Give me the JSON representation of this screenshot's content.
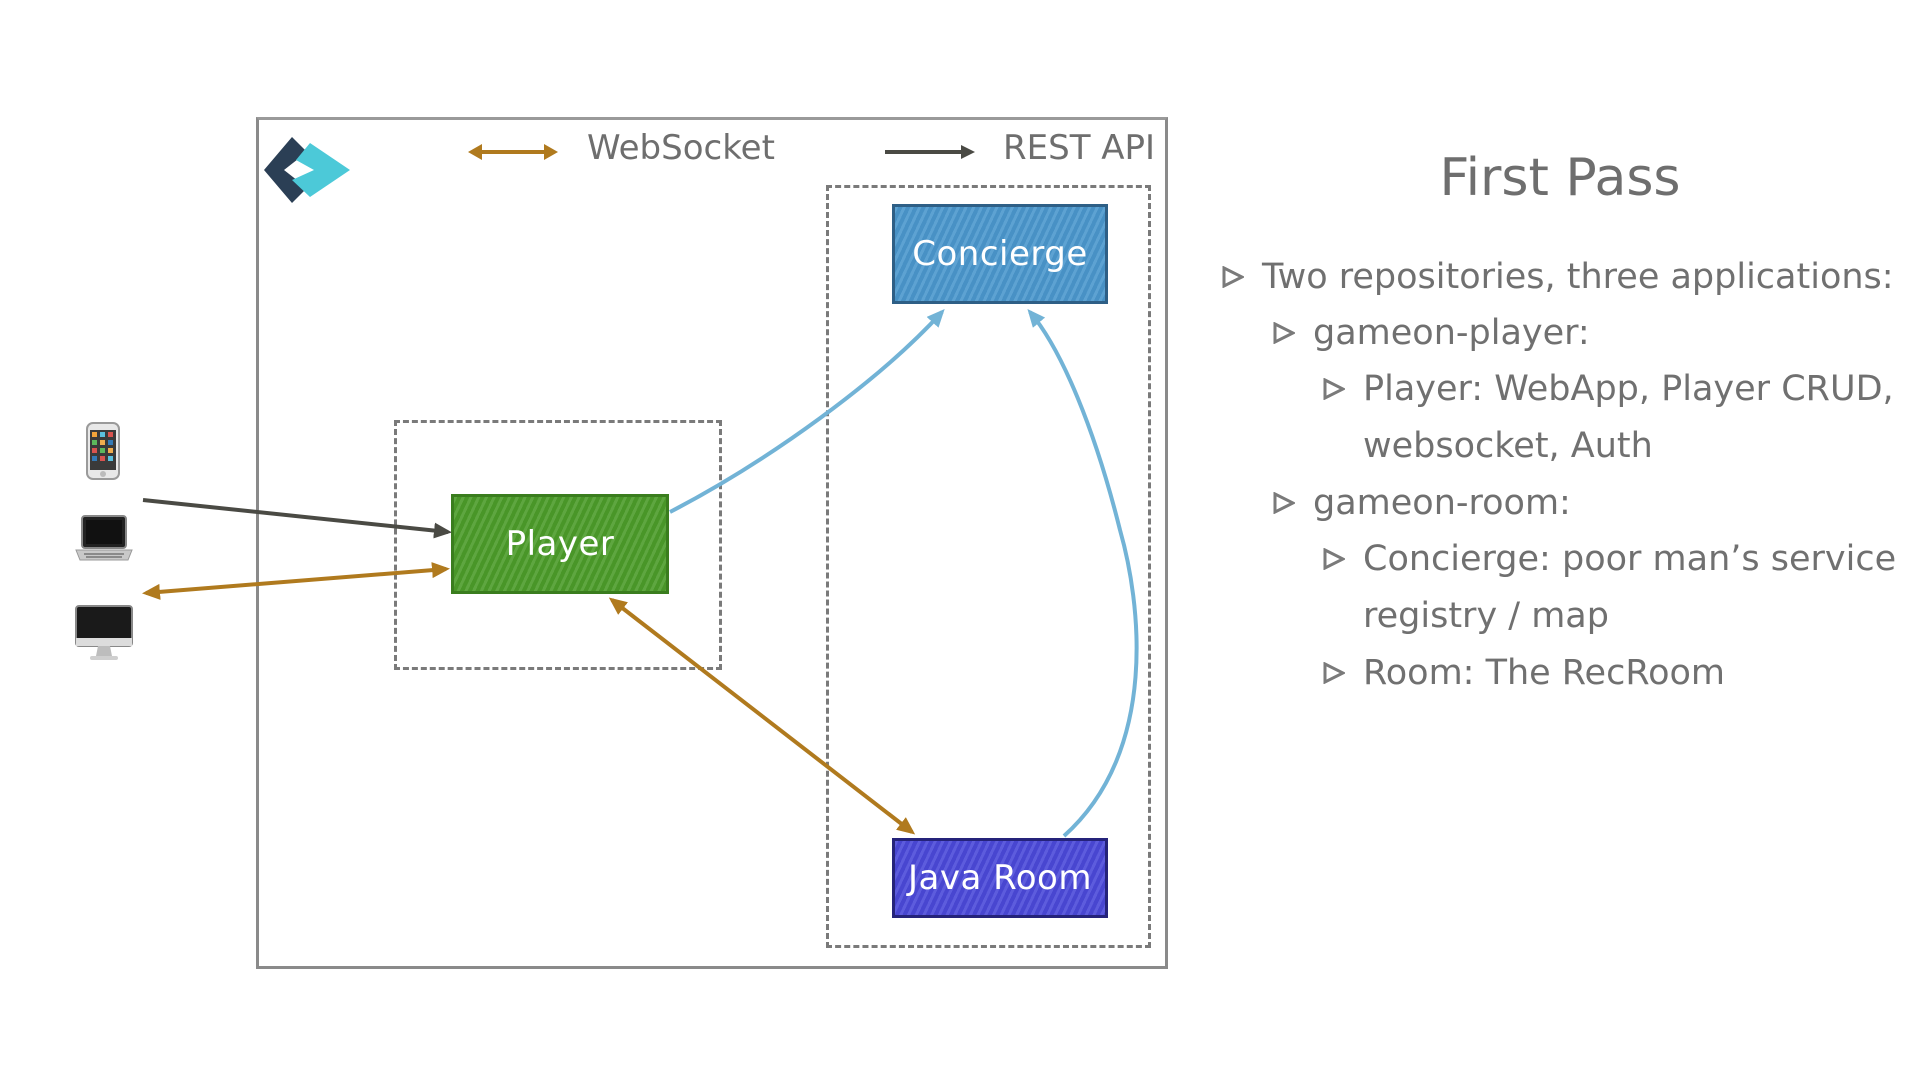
{
  "legend": {
    "websocket_label": "WebSocket",
    "rest_label": "REST API"
  },
  "nodes": {
    "concierge": "Concierge",
    "player": "Player",
    "java_room": "Java Room"
  },
  "colors": {
    "websocket": "#b07a1e",
    "rest": "#4a4a44",
    "concierge_link": "#72b3d6",
    "player_fill": "#4a9a2a",
    "concierge_fill": "#4a96cc",
    "javaroom_fill": "#4a48d8"
  },
  "icons": [
    "logo-icon",
    "phone-icon",
    "laptop-icon",
    "desktop-icon"
  ],
  "side": {
    "title": "First Pass",
    "items": [
      {
        "text": "Two repositories, three applications:"
      },
      {
        "text": "gameon-player:"
      },
      {
        "text": "Player: WebApp, Player CRUD,"
      },
      {
        "text": "websocket, Auth"
      },
      {
        "text": "gameon-room:"
      },
      {
        "text": "Concierge: poor man’s service"
      },
      {
        "text": "registry / map"
      },
      {
        "text": "Room: The RecRoom"
      }
    ]
  }
}
